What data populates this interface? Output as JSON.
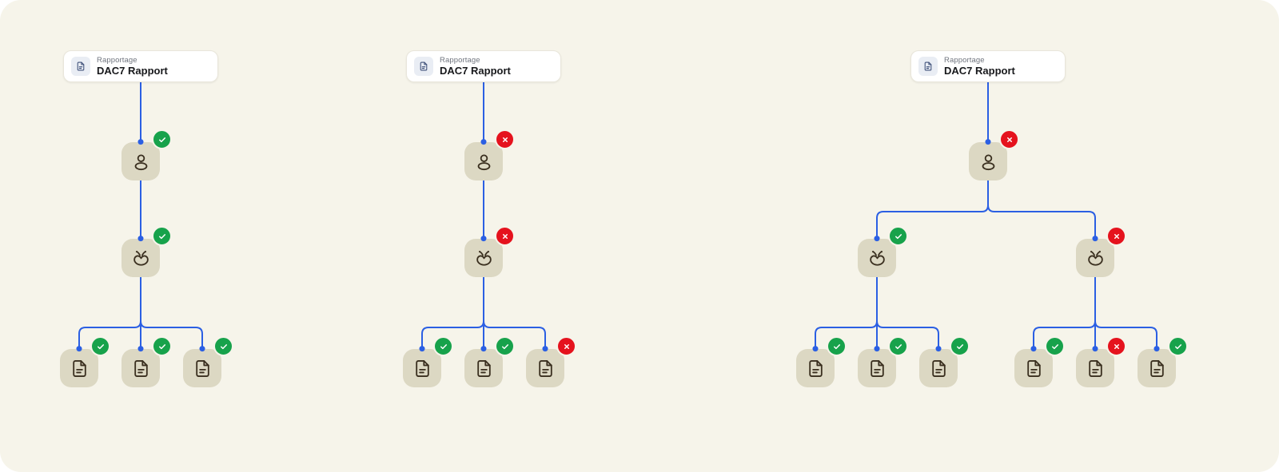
{
  "canvas": {
    "background": "#f6f4ea"
  },
  "colors": {
    "canvas": "#f6f4ea",
    "line": "#2b5fe3",
    "node_bg": "#dcd8c3",
    "icon_stroke": "#3a2f1f",
    "success": "#17a24b",
    "error": "#e5121d",
    "card_bg": "#ffffff",
    "card_border": "#e9e6db",
    "card_icon_bg": "#e9edf4",
    "card_icon_stroke": "#3d4f78",
    "tag_text": "#70757f",
    "title_text": "#17181b"
  },
  "icons": {
    "report": "document-icon",
    "person": "person-icon",
    "intermediary": "moth-icon",
    "document": "document-icon",
    "success": "check-icon",
    "error": "x-icon"
  },
  "trees": [
    {
      "root": {
        "tag": "Rapportage",
        "title": "DAC7 Rapport"
      },
      "person": {
        "status": "success"
      },
      "branches": [
        {
          "moth": {
            "status": "success"
          },
          "docs": [
            "success",
            "success",
            "success"
          ]
        }
      ]
    },
    {
      "root": {
        "tag": "Rapportage",
        "title": "DAC7 Rapport"
      },
      "person": {
        "status": "error"
      },
      "branches": [
        {
          "moth": {
            "status": "error"
          },
          "docs": [
            "success",
            "success",
            "error"
          ]
        }
      ]
    },
    {
      "root": {
        "tag": "Rapportage",
        "title": "DAC7 Rapport"
      },
      "person": {
        "status": "error"
      },
      "branches": [
        {
          "moth": {
            "status": "success"
          },
          "docs": [
            "success",
            "success",
            "success"
          ]
        },
        {
          "moth": {
            "status": "error"
          },
          "docs": [
            "success",
            "error",
            "success"
          ]
        }
      ]
    }
  ]
}
